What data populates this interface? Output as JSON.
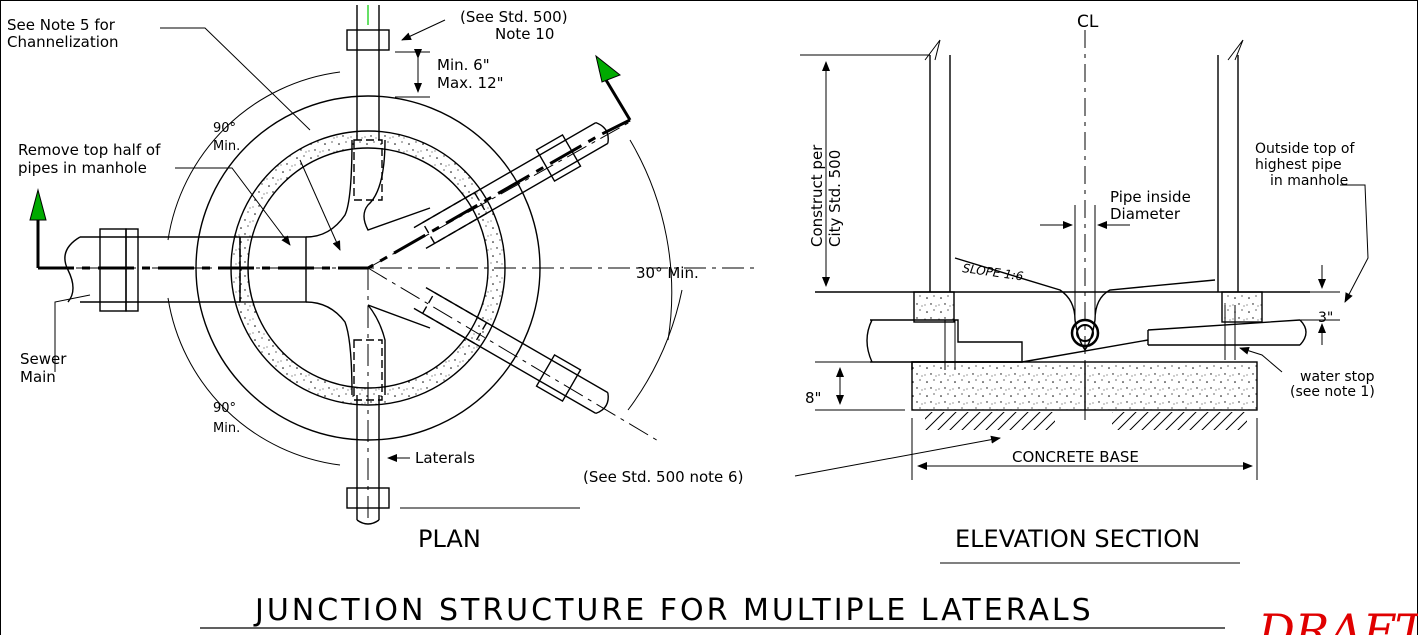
{
  "plan": {
    "title": "PLAN",
    "labels": {
      "channelization": [
        "See Note 5 for",
        "Channelization"
      ],
      "std500_note10": [
        "(See Std. 500)",
        "Note 10"
      ],
      "min_max": [
        "Min. 6\"",
        "Max. 12\""
      ],
      "angle_top": [
        "90°",
        "Min."
      ],
      "remove_top_half": [
        "Remove top half of",
        "pipes in manhole"
      ],
      "sewer_main": [
        "Sewer",
        "Main"
      ],
      "angle_bottom": [
        "90°",
        "Min."
      ],
      "laterals": "Laterals",
      "angle_30": "30° Min.",
      "std500_note6": "(See Std. 500 note 6)"
    }
  },
  "elevation": {
    "title": "ELEVATION SECTION",
    "labels": {
      "centerline": "CL",
      "construct_per": [
        "Construct per",
        "City Std. 500"
      ],
      "pipe_inside": [
        "Pipe inside",
        "Diameter"
      ],
      "outside_top": [
        "Outside top of",
        "highest pipe",
        "in manhole"
      ],
      "slope": "SLOPE 1:6",
      "dim_3in": "3\"",
      "water_stop": [
        "water stop",
        "(see note 1)"
      ],
      "dim_8in": "8\"",
      "concrete_base": "CONCRETE BASE"
    }
  },
  "sheet": {
    "title": "JUNCTION STRUCTURE FOR MULTIPLE LATERALS",
    "watermark": "DRAFT"
  }
}
